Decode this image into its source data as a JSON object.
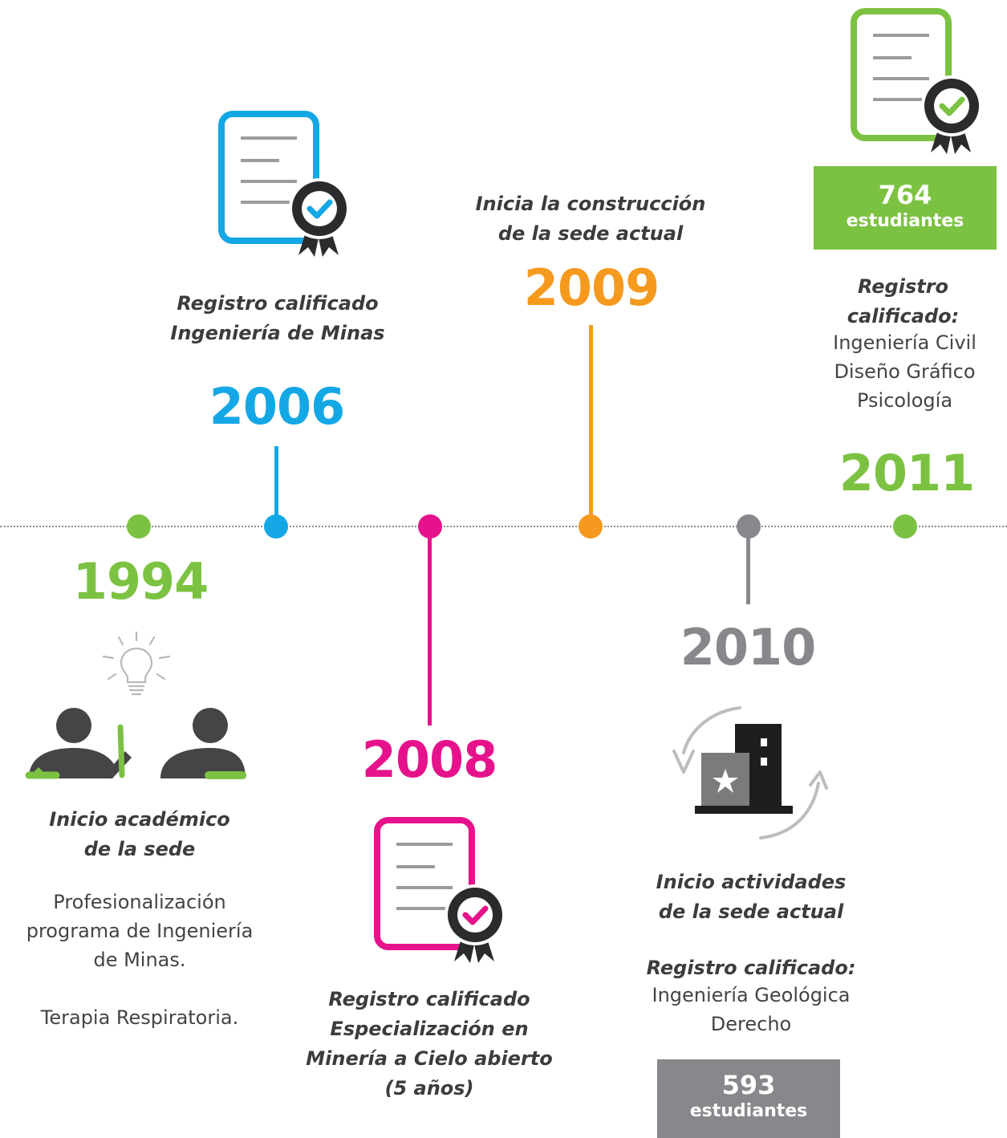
{
  "colors": {
    "green": "#7cc242",
    "blue": "#14a7e6",
    "magenta": "#e6128c",
    "orange": "#f59a1f",
    "gray": "#88888c",
    "dark": "#3c3c3e"
  },
  "timeline": {
    "events": [
      {
        "id": "1994",
        "year": "1994",
        "color": "green",
        "icon": "teacher-student-icon",
        "caption_lines": [
          "Inicio académico",
          "de la sede"
        ],
        "body_lines": [
          "Profesionalización",
          "programa de Ingeniería",
          "de Minas.",
          "",
          "Terapia Respiratoria."
        ]
      },
      {
        "id": "2006",
        "year": "2006",
        "color": "blue",
        "icon": "certificate-icon",
        "caption_lines": [
          "Registro calificado",
          "Ingeniería de Minas"
        ]
      },
      {
        "id": "2008",
        "year": "2008",
        "color": "magenta",
        "icon": "certificate-icon",
        "caption_lines": [
          "Registro calificado",
          "Especialización en",
          "Minería a Cielo abierto",
          "(5 años)"
        ]
      },
      {
        "id": "2009",
        "year": "2009",
        "color": "orange",
        "caption_lines": [
          "Inicia la construcción",
          "de la sede actual"
        ]
      },
      {
        "id": "2010",
        "year": "2010",
        "color": "gray",
        "icon": "building-relocation-icon",
        "caption_lines": [
          "Inicio actividades",
          "de la sede actual"
        ],
        "registro_label": "Registro calificado:",
        "body_lines": [
          "Ingeniería Geológica",
          "Derecho"
        ],
        "students_number": "593",
        "students_label": "estudiantes"
      },
      {
        "id": "2011",
        "year": "2011",
        "color": "green",
        "icon": "certificate-icon",
        "students_number": "764",
        "students_label": "estudiantes",
        "registro_label": "Registro calificado:",
        "body_lines": [
          "Ingeniería Civil",
          "Diseño Gráfico",
          "Psicología"
        ]
      }
    ]
  }
}
